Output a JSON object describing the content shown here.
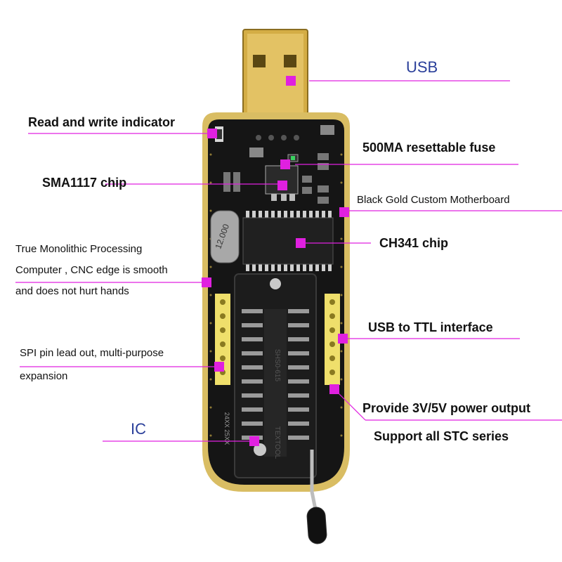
{
  "colors": {
    "line": "#e020e0",
    "marker": "#e020e0",
    "pcb": "#141414",
    "gold_edge": "#d8b960",
    "usb_gold": "#d9b54c",
    "header_yellow": "#f0e070",
    "label_blue": "#2a3f9a"
  },
  "labels": {
    "usb": "USB",
    "rw_indicator": "Read and write indicator",
    "fuse": "500MA resettable fuse",
    "sma1117": "SMA1117 chip",
    "black_gold": "Black Gold Custom Motherboard",
    "ch341": "CH341 chip",
    "monolithic_1": "True Monolithic Processing",
    "monolithic_2": "Computer , CNC edge is smooth",
    "monolithic_3": "and does not hurt  hands",
    "usb_ttl": "USB to TTL interface",
    "spi_1": "SPI pin lead out, multi-purpose",
    "spi_2": "expansion",
    "power_output": "Provide 3V/5V power output",
    "ic": "IC",
    "stc": "Support all STC series"
  },
  "board_text": {
    "crystal": "12.000",
    "socket": "TEXTOOL",
    "socket_part": "SHS0-615",
    "ext": "24XX 25XX"
  }
}
